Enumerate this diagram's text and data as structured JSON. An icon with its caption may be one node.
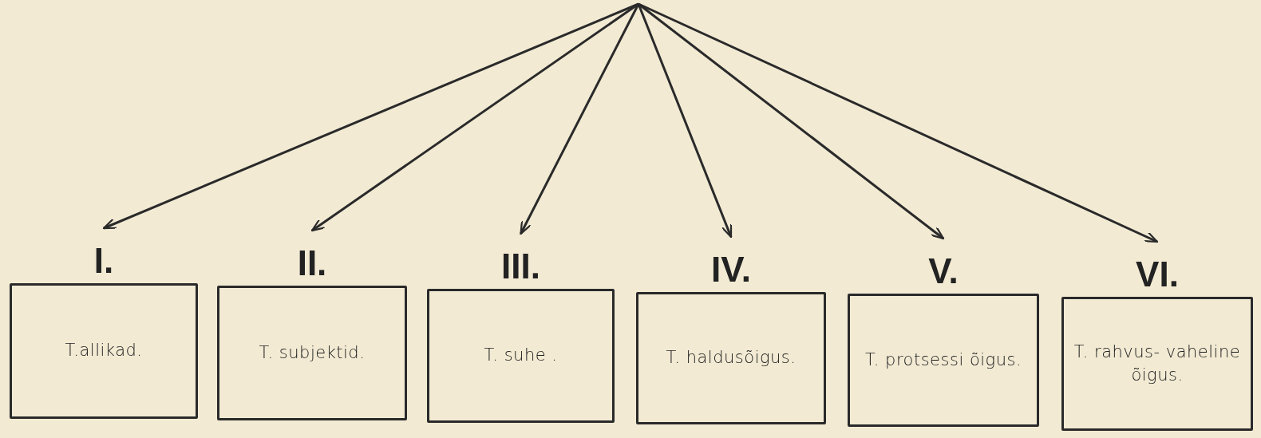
{
  "diagram": {
    "nodes": [
      {
        "text": [
          "I.",
          "T.allikad."
        ]
      },
      {
        "text": [
          "II.",
          "T. subjektid."
        ]
      },
      {
        "text": [
          "III.",
          "T. suhe ."
        ]
      },
      {
        "text": [
          "IV.",
          "T. haldusõigus."
        ]
      },
      {
        "text": [
          "V.",
          "T. protsessi õigus."
        ]
      },
      {
        "text": [
          "VI.",
          "T. rahvus- vaheline õigus."
        ]
      }
    ],
    "edges": [
      {
        "from": null,
        "to": 0,
        "arrow": "to"
      },
      {
        "from": null,
        "to": 1,
        "arrow": "to"
      },
      {
        "from": null,
        "to": 2,
        "arrow": "to"
      },
      {
        "from": null,
        "to": 3,
        "arrow": "to"
      },
      {
        "from": null,
        "to": 4,
        "arrow": "to"
      },
      {
        "from": null,
        "to": 5,
        "arrow": "to"
      }
    ]
  }
}
